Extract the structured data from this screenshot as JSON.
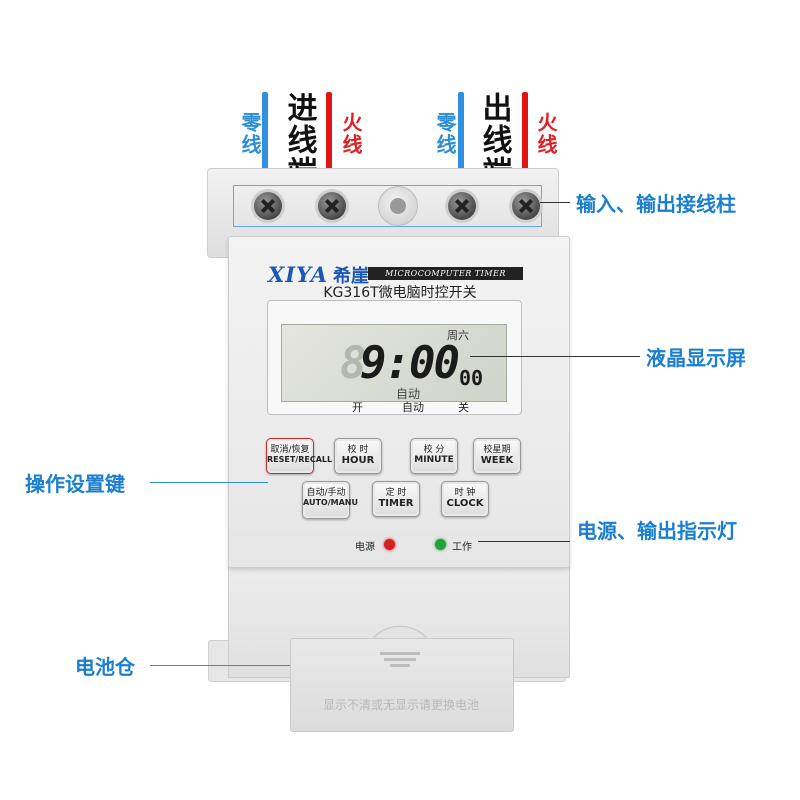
{
  "wire_labels": {
    "left_neutral": "零线",
    "left_group": "进线端",
    "left_live": "火线",
    "right_neutral": "零线",
    "right_group": "出线端",
    "right_live": "火线"
  },
  "callouts": {
    "terminals": "输入、输出接线柱",
    "lcd": "液晶显示屏",
    "keys": "操作设置键",
    "indicators": "电源、输出指示灯",
    "battery": "电池仓"
  },
  "device": {
    "brand": "XIYA",
    "brand_cn": "希崖",
    "brand_sub": "MICROCOMPUTER TIMER SWITCH",
    "model": "KG316T微电脑时控开关",
    "lcd": {
      "weekday": "周六",
      "ghost_digit": "8",
      "time": "9:00",
      "seconds": "00",
      "mode": "自动",
      "legend_on": "开",
      "legend_auto": "自动",
      "legend_off": "关"
    },
    "keys": [
      {
        "cn": "取消/恢复",
        "en": "RESET/RECALL"
      },
      {
        "cn": "校 时",
        "en": "HOUR"
      },
      {
        "cn": "校 分",
        "en": "MINUTE"
      },
      {
        "cn": "校星期",
        "en": "WEEK"
      },
      {
        "cn": "自动/手动",
        "en": "AUTO/MANU"
      },
      {
        "cn": "定 时",
        "en": "TIMER"
      },
      {
        "cn": "时 钟",
        "en": "CLOCK"
      }
    ],
    "indicators": {
      "power": "电源",
      "work": "工作",
      "power_color": "#d42020",
      "work_color": "#1fa23a"
    },
    "battery_text": "显示不清或无显示请更换电池"
  },
  "colors": {
    "callout": "#1a7fd0",
    "neutral_wire": "#2f8fe0",
    "live_wire": "#e01616",
    "brand": "#1a57b8"
  }
}
